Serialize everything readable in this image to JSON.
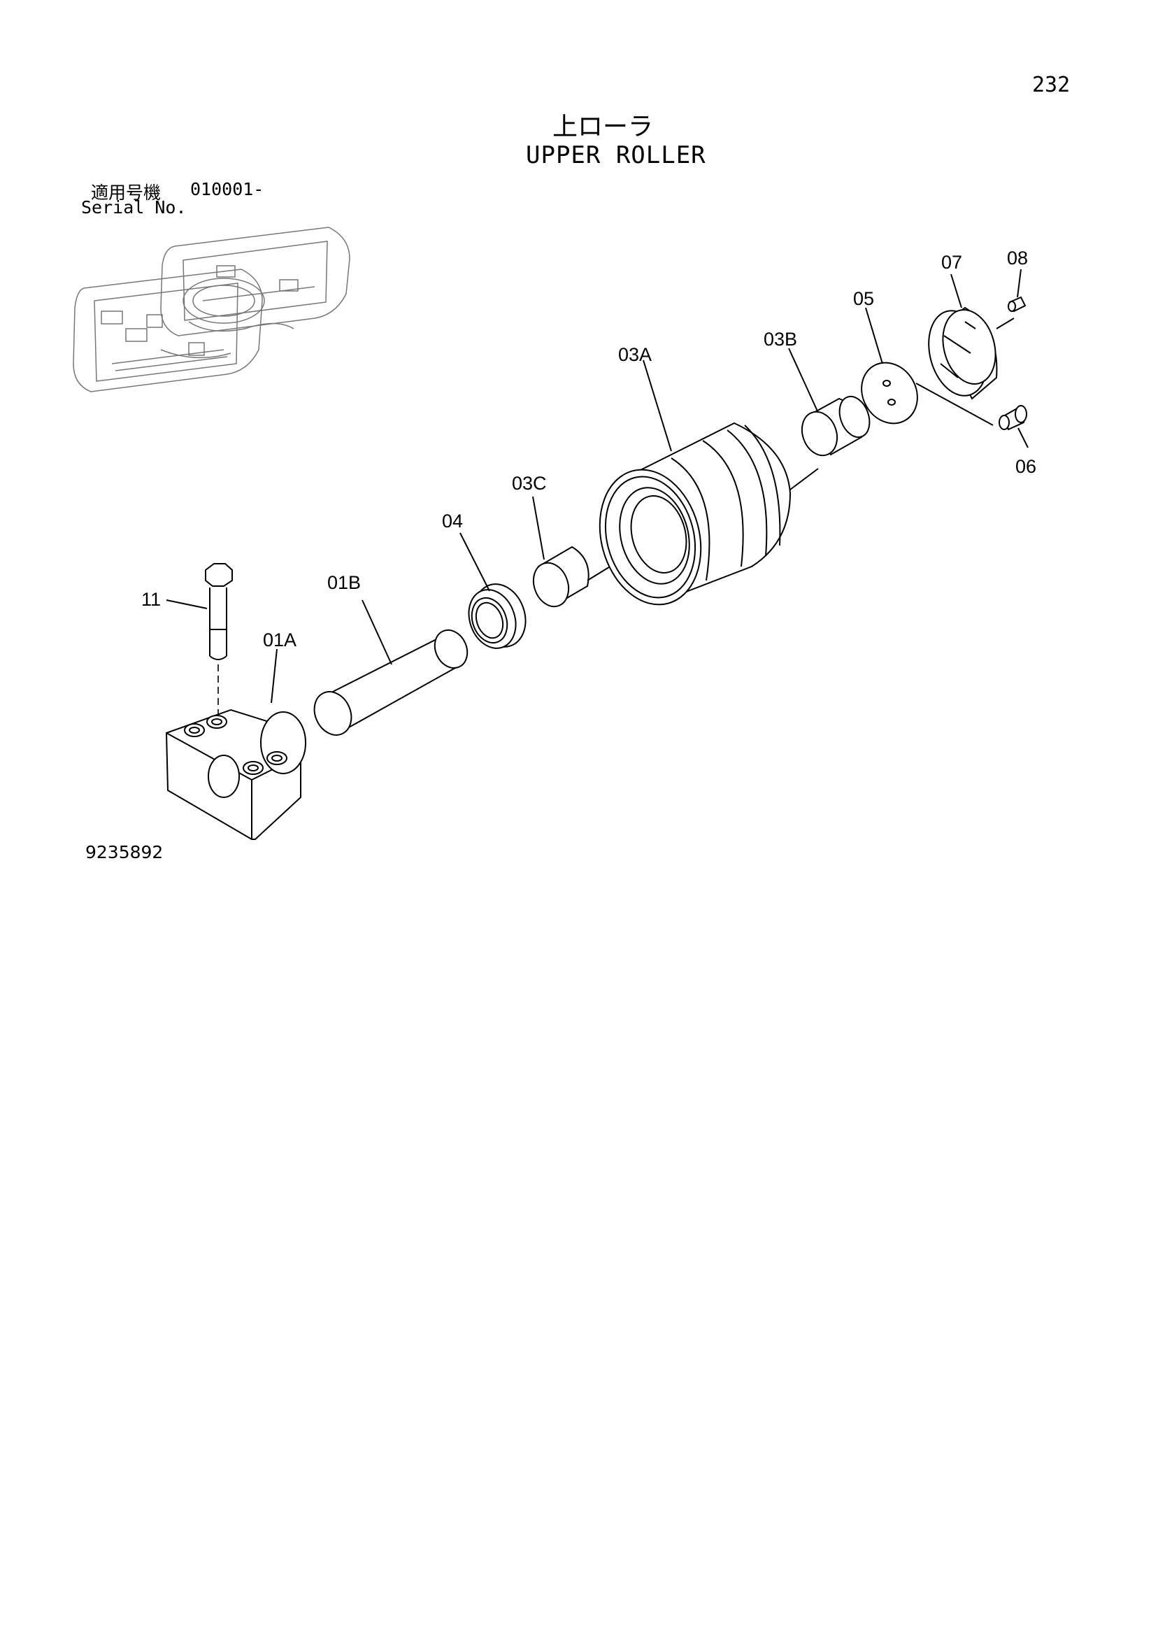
{
  "page": {
    "number": "232",
    "title_jp": "上ローラ",
    "title_en": "UPPER ROLLER",
    "serial_label_jp": "適用号機",
    "serial_from": "010001-",
    "serial_label_en": "Serial No.",
    "drawing_number": "9235892"
  },
  "parts": [
    {
      "id": "01A",
      "label": "01A"
    },
    {
      "id": "01B",
      "label": "01B"
    },
    {
      "id": "03A",
      "label": "03A"
    },
    {
      "id": "03B",
      "label": "03B"
    },
    {
      "id": "03C",
      "label": "03C"
    },
    {
      "id": "04",
      "label": "04"
    },
    {
      "id": "05",
      "label": "05"
    },
    {
      "id": "06",
      "label": "06"
    },
    {
      "id": "07",
      "label": "07"
    },
    {
      "id": "08",
      "label": "08"
    },
    {
      "id": "11",
      "label": "11"
    }
  ]
}
